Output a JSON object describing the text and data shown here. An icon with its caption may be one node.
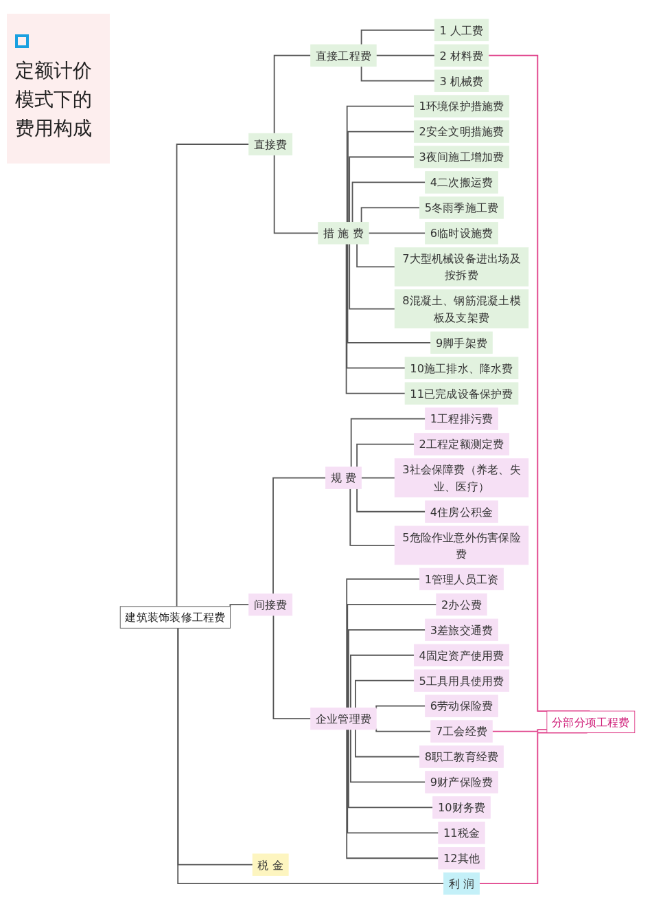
{
  "diagram": {
    "title": "定额计价模式下的费用构成",
    "nodes": [
      {
        "text": [
          "建筑装饰装修工程费"
        ]
      },
      {
        "text": [
          "直接费"
        ]
      },
      {
        "text": [
          "直接工程费"
        ]
      },
      {
        "text": [
          "1 人工费"
        ]
      },
      {
        "text": [
          "2 材料费"
        ]
      },
      {
        "text": [
          "3 机械费"
        ]
      },
      {
        "text": [
          "措 施 费"
        ]
      },
      {
        "text": [
          "1环境保护措施费"
        ]
      },
      {
        "text": [
          "2安全文明措施费"
        ]
      },
      {
        "text": [
          "3夜间施工增加费"
        ]
      },
      {
        "text": [
          "4二次搬运费"
        ]
      },
      {
        "text": [
          "5冬雨季施工费"
        ]
      },
      {
        "text": [
          "6临时设施费"
        ]
      },
      {
        "text": [
          "7大型机械设备进出场及按拆费"
        ]
      },
      {
        "text": [
          "8混凝土、钢筋混凝土模板及支架费"
        ]
      },
      {
        "text": [
          "9脚手架费"
        ]
      },
      {
        "text": [
          "10施工排水、降水费"
        ]
      },
      {
        "text": [
          "11已完成设备保护费"
        ]
      },
      {
        "text": [
          "间接费"
        ]
      },
      {
        "text": [
          "规 费"
        ]
      },
      {
        "text": [
          "1工程排污费"
        ]
      },
      {
        "text": [
          "2工程定额测定费"
        ]
      },
      {
        "text": [
          "3社会保障费（养老、失业、医疗）"
        ]
      },
      {
        "text": [
          "4住房公积金"
        ]
      },
      {
        "text": [
          "5危险作业意外伤害保险费"
        ]
      },
      {
        "text": [
          "企业管理费"
        ]
      },
      {
        "text": [
          "1管理人员工资"
        ]
      },
      {
        "text": [
          "2办公费"
        ]
      },
      {
        "text": [
          "3差旅交通费"
        ]
      },
      {
        "text": [
          "4固定资产使用费"
        ]
      },
      {
        "text": [
          "5工具用具使用费"
        ]
      },
      {
        "text": [
          "6劳动保险费"
        ]
      },
      {
        "text": [
          "7工会经费"
        ]
      },
      {
        "text": [
          "8职工教育经费"
        ]
      },
      {
        "text": [
          "9财产保险费"
        ]
      },
      {
        "text": [
          "10财务费"
        ]
      },
      {
        "text": [
          "11税金"
        ]
      },
      {
        "text": [
          "12其他"
        ]
      },
      {
        "text": [
          "利 润"
        ]
      },
      {
        "text": [
          "税 金"
        ]
      },
      {
        "text": [
          "分部分项工程费"
        ]
      }
    ],
    "edges": [
      {
        "from": 0,
        "to": 1,
        "arrow": "none"
      },
      {
        "from": 1,
        "to": 2,
        "arrow": "none"
      },
      {
        "from": 2,
        "to": 3,
        "arrow": "none"
      },
      {
        "from": 2,
        "to": 4,
        "arrow": "none"
      },
      {
        "from": 2,
        "to": 5,
        "arrow": "none"
      },
      {
        "from": 1,
        "to": 6,
        "arrow": "none"
      },
      {
        "from": 6,
        "to": 7,
        "arrow": "none"
      },
      {
        "from": 6,
        "to": 8,
        "arrow": "none"
      },
      {
        "from": 6,
        "to": 9,
        "arrow": "none"
      },
      {
        "from": 6,
        "to": 10,
        "arrow": "none"
      },
      {
        "from": 6,
        "to": 11,
        "arrow": "none"
      },
      {
        "from": 6,
        "to": 12,
        "arrow": "none"
      },
      {
        "from": 6,
        "to": 13,
        "arrow": "none"
      },
      {
        "from": 6,
        "to": 14,
        "arrow": "none"
      },
      {
        "from": 6,
        "to": 15,
        "arrow": "none"
      },
      {
        "from": 6,
        "to": 16,
        "arrow": "none"
      },
      {
        "from": 6,
        "to": 17,
        "arrow": "none"
      },
      {
        "from": 0,
        "to": 18,
        "arrow": "none"
      },
      {
        "from": 18,
        "to": 19,
        "arrow": "none"
      },
      {
        "from": 19,
        "to": 20,
        "arrow": "none"
      },
      {
        "from": 19,
        "to": 21,
        "arrow": "none"
      },
      {
        "from": 19,
        "to": 22,
        "arrow": "none"
      },
      {
        "from": 19,
        "to": 23,
        "arrow": "none"
      },
      {
        "from": 19,
        "to": 24,
        "arrow": "none"
      },
      {
        "from": 18,
        "to": 25,
        "arrow": "none"
      },
      {
        "from": 25,
        "to": 26,
        "arrow": "none"
      },
      {
        "from": 25,
        "to": 27,
        "arrow": "none"
      },
      {
        "from": 25,
        "to": 28,
        "arrow": "none"
      },
      {
        "from": 25,
        "to": 29,
        "arrow": "none"
      },
      {
        "from": 25,
        "to": 30,
        "arrow": "none"
      },
      {
        "from": 25,
        "to": 31,
        "arrow": "none"
      },
      {
        "from": 25,
        "to": 32,
        "arrow": "none"
      },
      {
        "from": 25,
        "to": 33,
        "arrow": "none"
      },
      {
        "from": 25,
        "to": 34,
        "arrow": "none"
      },
      {
        "from": 25,
        "to": 35,
        "arrow": "none"
      },
      {
        "from": 25,
        "to": 36,
        "arrow": "none"
      },
      {
        "from": 25,
        "to": 37,
        "arrow": "none"
      },
      {
        "from": 0,
        "to": 38,
        "arrow": "none"
      },
      {
        "from": 0,
        "to": 39,
        "arrow": "none"
      },
      {
        "from": 4,
        "to": 40,
        "arrow": "none",
        "color": "#e0408a"
      },
      {
        "from": 32,
        "to": 40,
        "arrow": "none",
        "color": "#e0408a"
      },
      {
        "from": 38,
        "to": 40,
        "arrow": "none",
        "color": "#e0408a"
      }
    ]
  }
}
